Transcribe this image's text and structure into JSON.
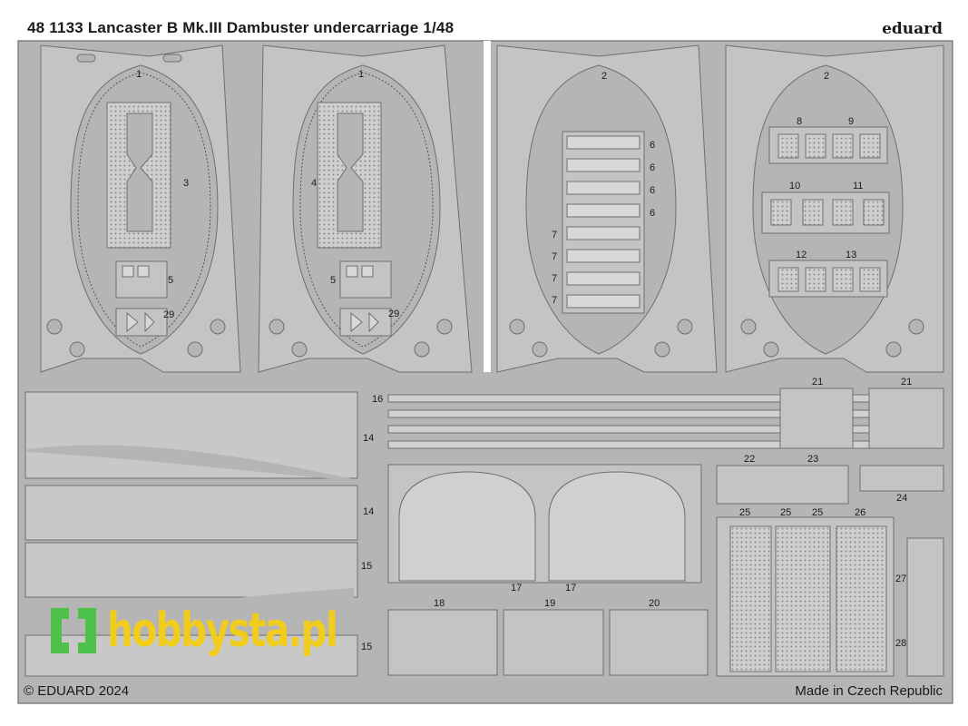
{
  "header": {
    "title": "48 1133 Lancaster B Mk.III Dambuster undercarriage 1/48",
    "brand": "eduard"
  },
  "footer": {
    "copyright": "© EDUARD 2024",
    "made_in": "Made in Czech Republic"
  },
  "watermark": {
    "text": "hobbysta.pl",
    "icon": "bracket-logo-icon",
    "color": "#f2cc1c"
  },
  "colors": {
    "fret": "#b5b5b5",
    "part": "#c4c4c4",
    "outline": "#6f6f6f",
    "background": "#ffffff",
    "watermark_green": "#4fc14a"
  },
  "part_labels": {
    "p1a": "1",
    "p1b": "1",
    "p2a": "2",
    "p2b": "2",
    "p3": "3",
    "p4": "4",
    "p5a": "5",
    "p5b": "5",
    "p6a": "6",
    "p6b": "6",
    "p6c": "6",
    "p6d": "6",
    "p7a": "7",
    "p7b": "7",
    "p7c": "7",
    "p7d": "7",
    "p8": "8",
    "p9": "9",
    "p10": "10",
    "p11": "11",
    "p12": "12",
    "p13": "13",
    "p14a": "14",
    "p14b": "14",
    "p15a": "15",
    "p15b": "15",
    "p16": "16",
    "p17a": "17",
    "p17b": "17",
    "p18": "18",
    "p19": "19",
    "p20": "20",
    "p21a": "21",
    "p21b": "21",
    "p22": "22",
    "p23": "23",
    "p24": "24",
    "p25a": "25",
    "p25b": "25",
    "p25c": "25",
    "p26": "26",
    "p27": "27",
    "p28": "28",
    "p29a": "29",
    "p29b": "29"
  }
}
